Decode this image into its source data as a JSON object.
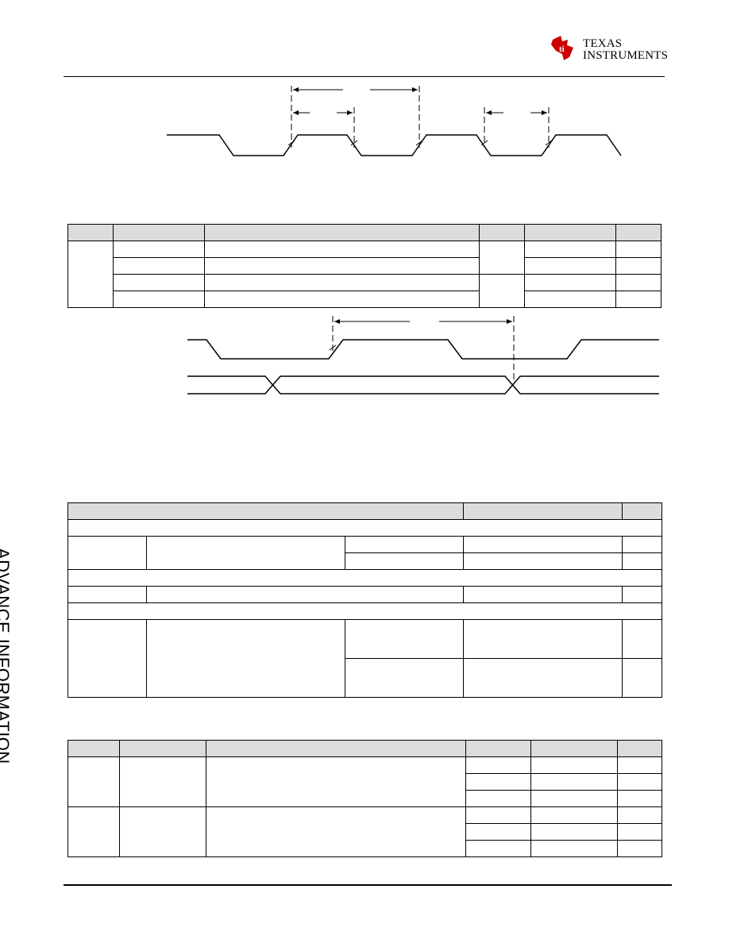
{
  "header": {
    "logo_line1": "TEXAS",
    "logo_line2": "INSTRUMENTS",
    "logo_icon": "ti-state-logo-icon"
  },
  "sidebar": {
    "watermark": "ADVANCE INFORMATION"
  },
  "colors": {
    "ti_red": "#cc0000",
    "table_header": "#dcdcdc"
  }
}
